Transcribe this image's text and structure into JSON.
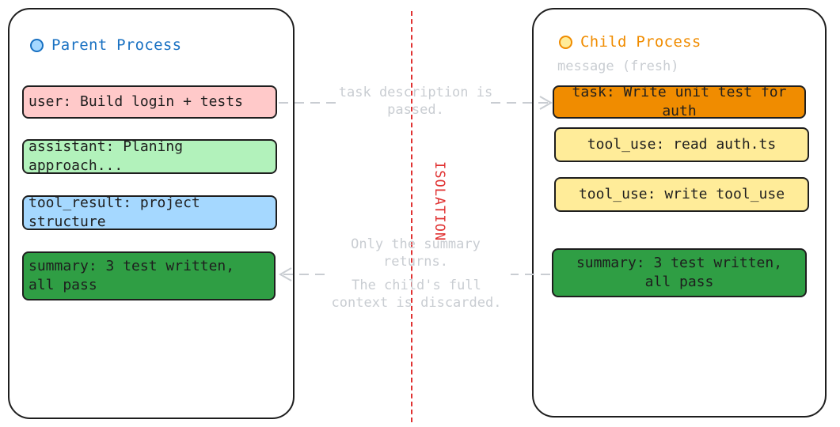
{
  "parent": {
    "title": "Parent Process",
    "dot_color": "#1971c2",
    "dot_fill": "#a5d8ff",
    "cards": [
      {
        "text": "user: Build login + tests",
        "fill": "#ffc9c9"
      },
      {
        "text": "assistant: Planing approach...",
        "fill": "#b2f2bb"
      },
      {
        "text": "tool_result: project structure",
        "fill": "#a5d8ff"
      },
      {
        "text": "summary: 3 test written, all pass",
        "fill": "#2f9e44"
      }
    ]
  },
  "child": {
    "title": "Child Process",
    "subtitle": "message (fresh)",
    "dot_color": "#f08c00",
    "dot_fill": "#ffec99",
    "cards": [
      {
        "text": "task: Write unit test for auth",
        "fill": "#f08c00"
      },
      {
        "text": "tool_use: read auth.ts",
        "fill": "#ffec99"
      },
      {
        "text": "tool_use: write tool_use",
        "fill": "#ffec99"
      },
      {
        "text": "summary: 3 test written, all pass",
        "fill": "#2f9e44"
      }
    ]
  },
  "divider_label": "ISOLATION",
  "divider_color": "#e03131",
  "notes": {
    "forward": "task description is passed.",
    "return_line1": "Only the summary returns.",
    "return_line2": "The child's full context is discarded."
  }
}
